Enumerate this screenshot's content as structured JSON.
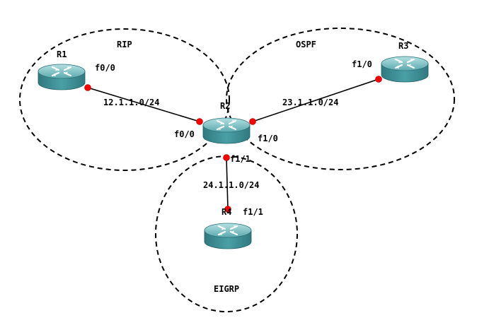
{
  "areas": {
    "rip": "RIP",
    "ospf": "OSPF",
    "eigrp": "EIGRP"
  },
  "routers": {
    "r1": "R1",
    "r2": "R2",
    "r3": "R3",
    "r4": "R4"
  },
  "interfaces": {
    "r1_f00": "f0/0",
    "r2_f00": "f0/0",
    "r2_f10": "f1/0",
    "r2_f11": "f1/1",
    "r3_f10": "f1/0",
    "r4_f11": "f1/1"
  },
  "networks": {
    "r1_r2": "12.1.1.0/24",
    "r2_r3": "23.1.1.0/24",
    "r2_r4": "24.1.1.0/24"
  },
  "colors": {
    "router_body": "#3d8f94",
    "router_top": "#7fc2c6",
    "port": "#ff0000",
    "border": "#000000"
  },
  "icons": {
    "router": "router-icon"
  }
}
